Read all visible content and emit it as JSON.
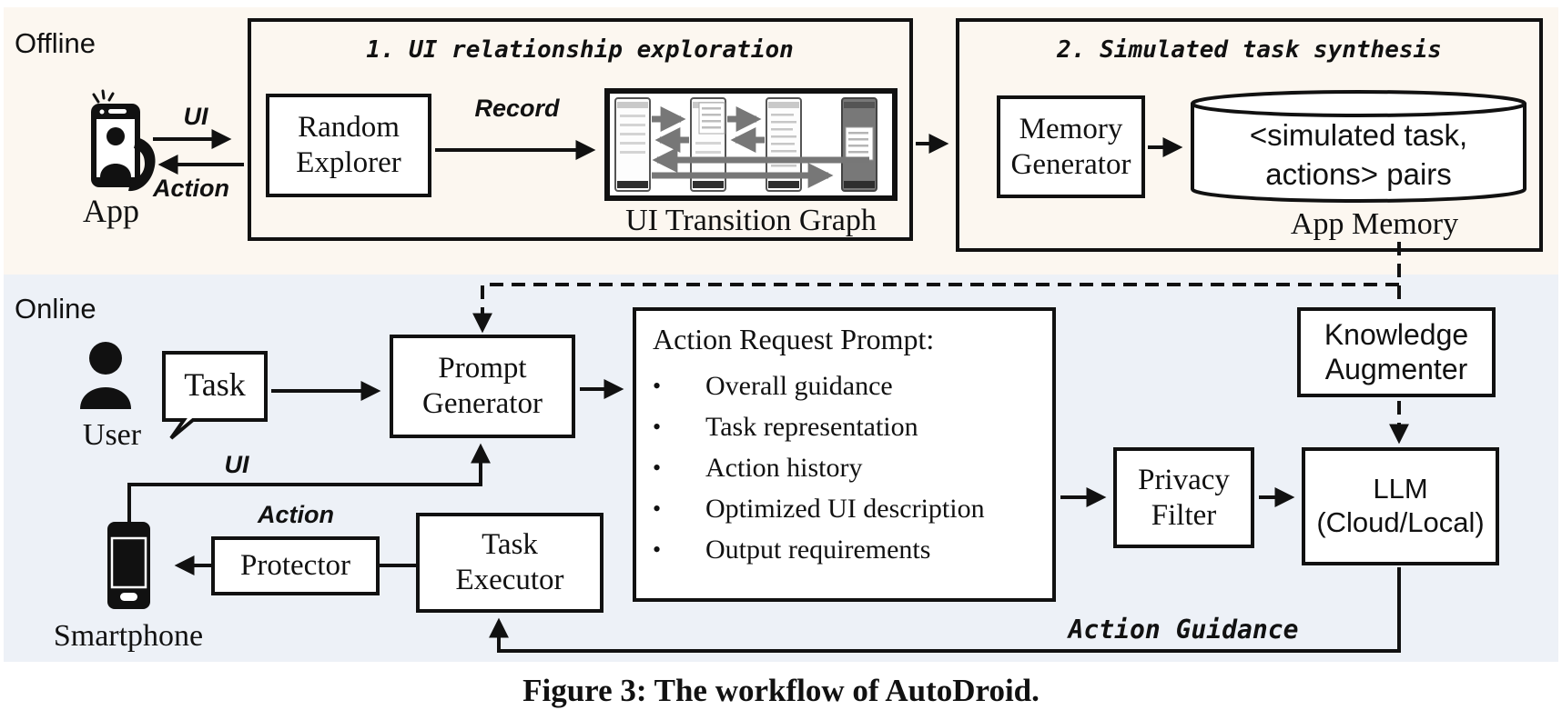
{
  "figure": {
    "caption": "Figure 3: The workflow of AutoDroid."
  },
  "colors": {
    "offline_bg": "#fcf7f0",
    "online_bg": "#edf1f7",
    "line_black": "#111111",
    "transition_arrow_gray": "#777777"
  },
  "offline": {
    "section_label": "Offline",
    "app_label": "App",
    "ui_label": "UI",
    "action_label": "Action",
    "stage1_title": "1. UI relationship exploration",
    "random_explorer_line1": "Random",
    "random_explorer_line2": "Explorer",
    "record_label": "Record",
    "utg_label": "UI Transition Graph",
    "stage2_title": "2. Simulated task synthesis",
    "memory_generator_line1": "Memory",
    "memory_generator_line2": "Generator",
    "cylinder_line1": "<simulated task,",
    "cylinder_line2": "actions> pairs",
    "app_memory_label": "App Memory"
  },
  "online": {
    "section_label": "Online",
    "user_label": "User",
    "task_label": "Task",
    "prompt_generator_line1": "Prompt",
    "prompt_generator_line2": "Generator",
    "ui_label": "UI",
    "action_label": "Action",
    "smartphone_label": "Smartphone",
    "protector_label": "Protector",
    "task_executor_line1": "Task",
    "task_executor_line2": "Executor",
    "arp": {
      "title": "Action Request Prompt:",
      "items": [
        "Overall guidance",
        "Task representation",
        "Action history",
        "Optimized UI description",
        "Output requirements"
      ]
    },
    "privacy_filter_line1": "Privacy",
    "privacy_filter_line2": "Filter",
    "llm_line1": "LLM",
    "llm_line2": "(Cloud/Local)",
    "knowledge_augmenter_line1": "Knowledge",
    "knowledge_augmenter_line2": "Augmenter",
    "action_guidance_label": "Action Guidance"
  }
}
